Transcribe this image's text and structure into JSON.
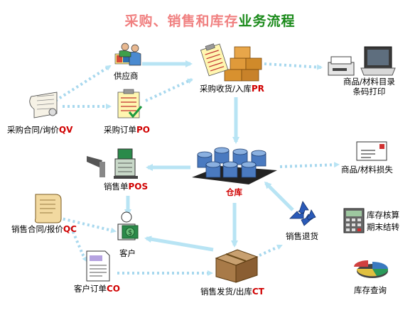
{
  "title": {
    "part1": "采购、销售和库存",
    "part2": "业务流程"
  },
  "nodes": {
    "supplier": {
      "label": "供应商"
    },
    "purchase_receipt": {
      "label": "采购收货/入库",
      "code": "PR"
    },
    "catalog": {
      "line1": "商品/材料目录",
      "line2": "条码打印"
    },
    "purchase_contract": {
      "label": "采购合同/询价",
      "code": "QV"
    },
    "purchase_order": {
      "label": "采购订单",
      "code": "PO"
    },
    "warehouse": {
      "label": "仓库"
    },
    "loss": {
      "label": "商品/材料损失"
    },
    "pos": {
      "label": "销售单",
      "code": "POS"
    },
    "sales_contract": {
      "label": "销售合同/报价",
      "code": "QC"
    },
    "customer": {
      "label": "客户"
    },
    "sales_return": {
      "label": "销售退货"
    },
    "inventory_check": {
      "line1": "库存核算",
      "line2": "期末结转"
    },
    "customer_order": {
      "label": "客户订单",
      "code": "CO"
    },
    "shipment": {
      "label": "销售发货/出库",
      "code": "CT"
    },
    "inventory_query": {
      "label": "库存查询"
    }
  },
  "colors": {
    "arrow": "#b8e4f4",
    "dotted": "#a8d8ee",
    "title_pink": "#f08080",
    "title_green": "#1a8a1a",
    "code_red": "#d00000"
  }
}
